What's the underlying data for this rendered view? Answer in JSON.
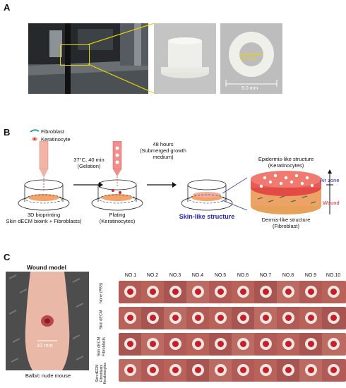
{
  "panel_a": {
    "letter": "A",
    "inner_diameter": "6.4 mm",
    "outer_diameter": "9.0 mm"
  },
  "panel_b": {
    "letter": "B",
    "legend": [
      "Fibroblast",
      "Keratinocyte"
    ],
    "step1_condition": "37°C, 40 min",
    "step1_condition2": "(Gelation)",
    "step2_condition": "48 hours",
    "step2_condition2": "(Submerged growth",
    "step2_condition3": "medium)",
    "step1_caption": "3D bioprinting",
    "step1_caption2": "Skin dECM bioink + Fibroblasts)",
    "step2_caption": "Plating",
    "step2_caption2": "(Keratinocytes)",
    "step3_caption": "Skin-like structure",
    "epidermis": "Epidermis-like structure",
    "epidermis2": "(Keratinocytes)",
    "dermis": "Dermis-like structure",
    "dermis2": "(Fibroblast)",
    "air_zone": "Air zone",
    "wound": "Wound"
  },
  "panel_c": {
    "letter": "C",
    "model_title": "Wound model",
    "scale": "10 mm",
    "mouse": "Balb/c nude mouse",
    "columns": [
      "NO.1",
      "NO.2",
      "NO.3",
      "NO.4",
      "NO.5",
      "NO.6",
      "NO.7",
      "NO.8",
      "NO.9",
      "NO.10"
    ],
    "rows": [
      "None (PBS)",
      "Skin dECM",
      "Skin dECM Fibroblasts",
      "Skin dECM Fibroblasts Keratinocytes"
    ]
  }
}
